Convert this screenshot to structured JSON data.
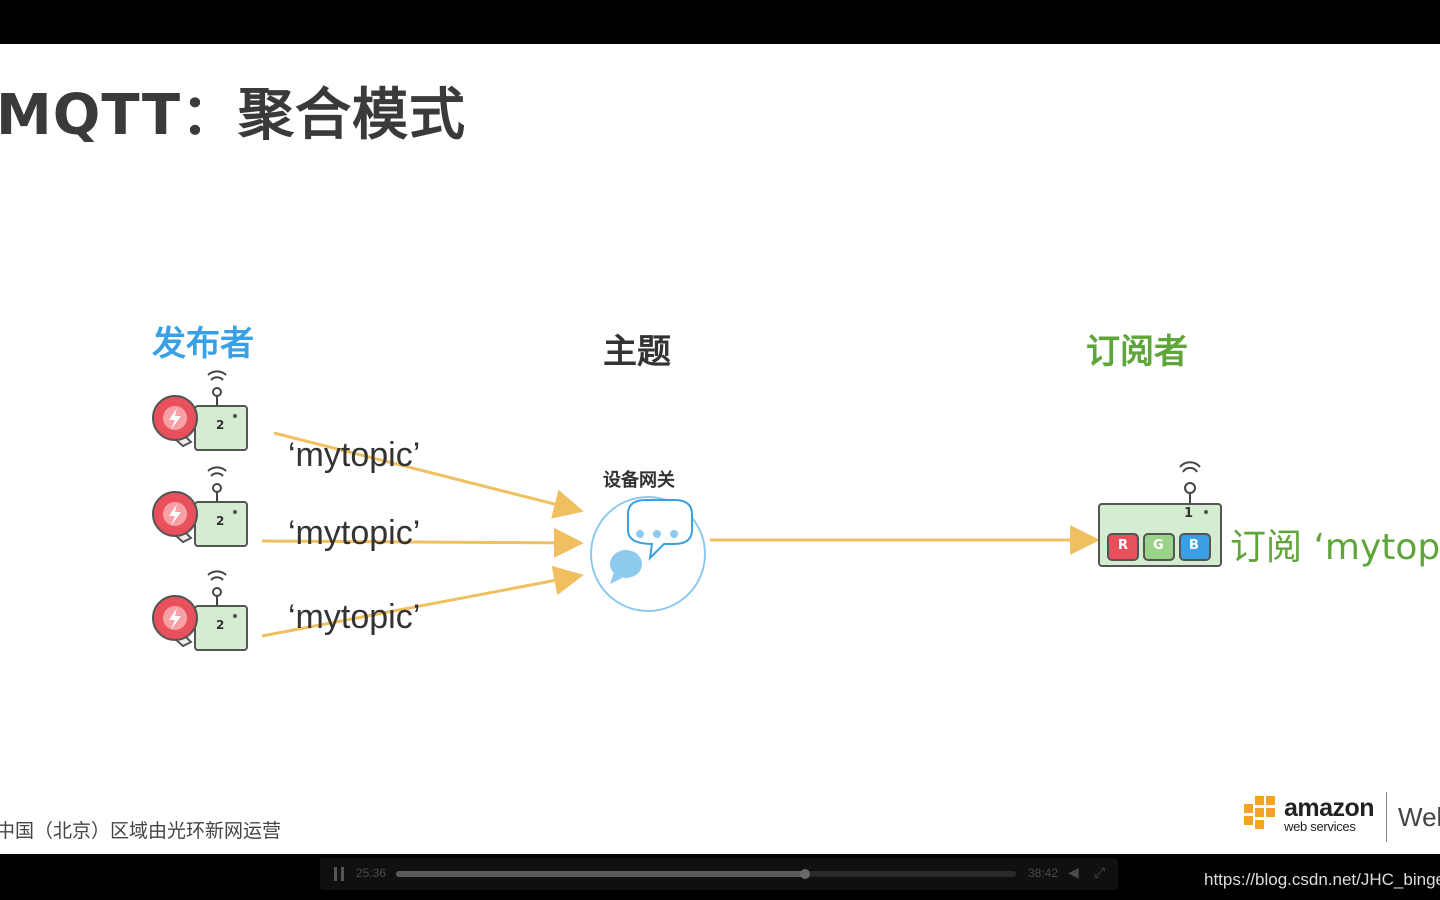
{
  "slide": {
    "title": "MQTT：聚合模式",
    "publisher_heading": "发布者",
    "topic_heading": "主题",
    "subscriber_heading": "订阅者",
    "topic_labels": [
      "‘mytopic’",
      "‘mytopic’",
      "‘mytopic’"
    ],
    "gateway_label": "设备网关",
    "subscribe_text": "订阅 ‘mytopi",
    "footer": "中国（北京）区域由光环新网运营",
    "publisher_device_number": "2",
    "subscriber_device_number": "1",
    "rgb_buttons": [
      "R",
      "G",
      "B"
    ],
    "aws_logo": {
      "word": "amazon",
      "sub": "web services",
      "trailing": "Wel"
    },
    "colors": {
      "publisher": "#39a0e6",
      "subscriber": "#5fa63a",
      "arrow": "#f0c060",
      "bulb": "#e8505b",
      "device": "#d4ecd0"
    }
  },
  "player": {
    "elapsed": "25:36",
    "duration": "38:42",
    "progress": 0.66
  },
  "watermark": "https://blog.csdn.net/JHC_binge"
}
